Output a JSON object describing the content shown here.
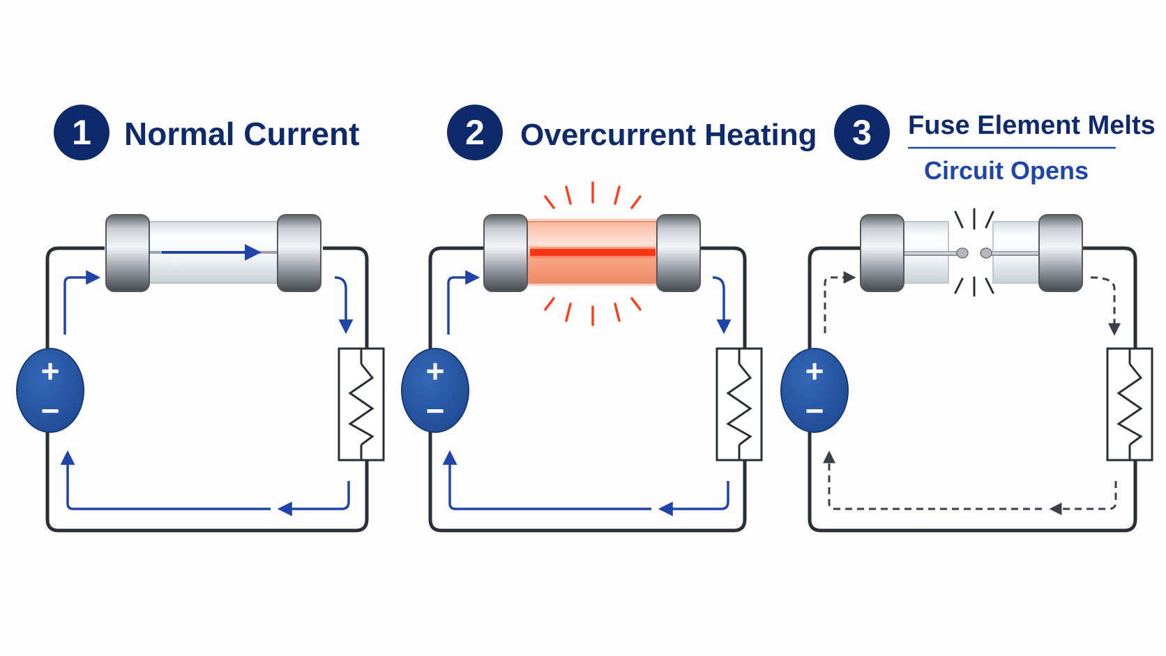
{
  "colors": {
    "navy": "#0f2a6b",
    "wire": "#2a2e36",
    "current": "#1f45a8",
    "battery": "#2b5aa6",
    "heat": "#ff3b1c",
    "dashed_current": "#3a3f48"
  },
  "panels": [
    {
      "number": "1",
      "title": "Normal Current",
      "state": "normal",
      "battery": {
        "plus": "+",
        "minus": "−"
      },
      "fuse": "intact",
      "current_flow": "solid"
    },
    {
      "number": "2",
      "title": "Overcurrent Heating",
      "state": "overheating",
      "battery": {
        "plus": "+",
        "minus": "−"
      },
      "fuse": "glowing",
      "current_flow": "solid"
    },
    {
      "number": "3",
      "title": "Fuse Element Melts",
      "subtitle": "Circuit Opens",
      "state": "open",
      "battery": {
        "plus": "+",
        "minus": "−"
      },
      "fuse": "broken",
      "current_flow": "dashed"
    }
  ]
}
